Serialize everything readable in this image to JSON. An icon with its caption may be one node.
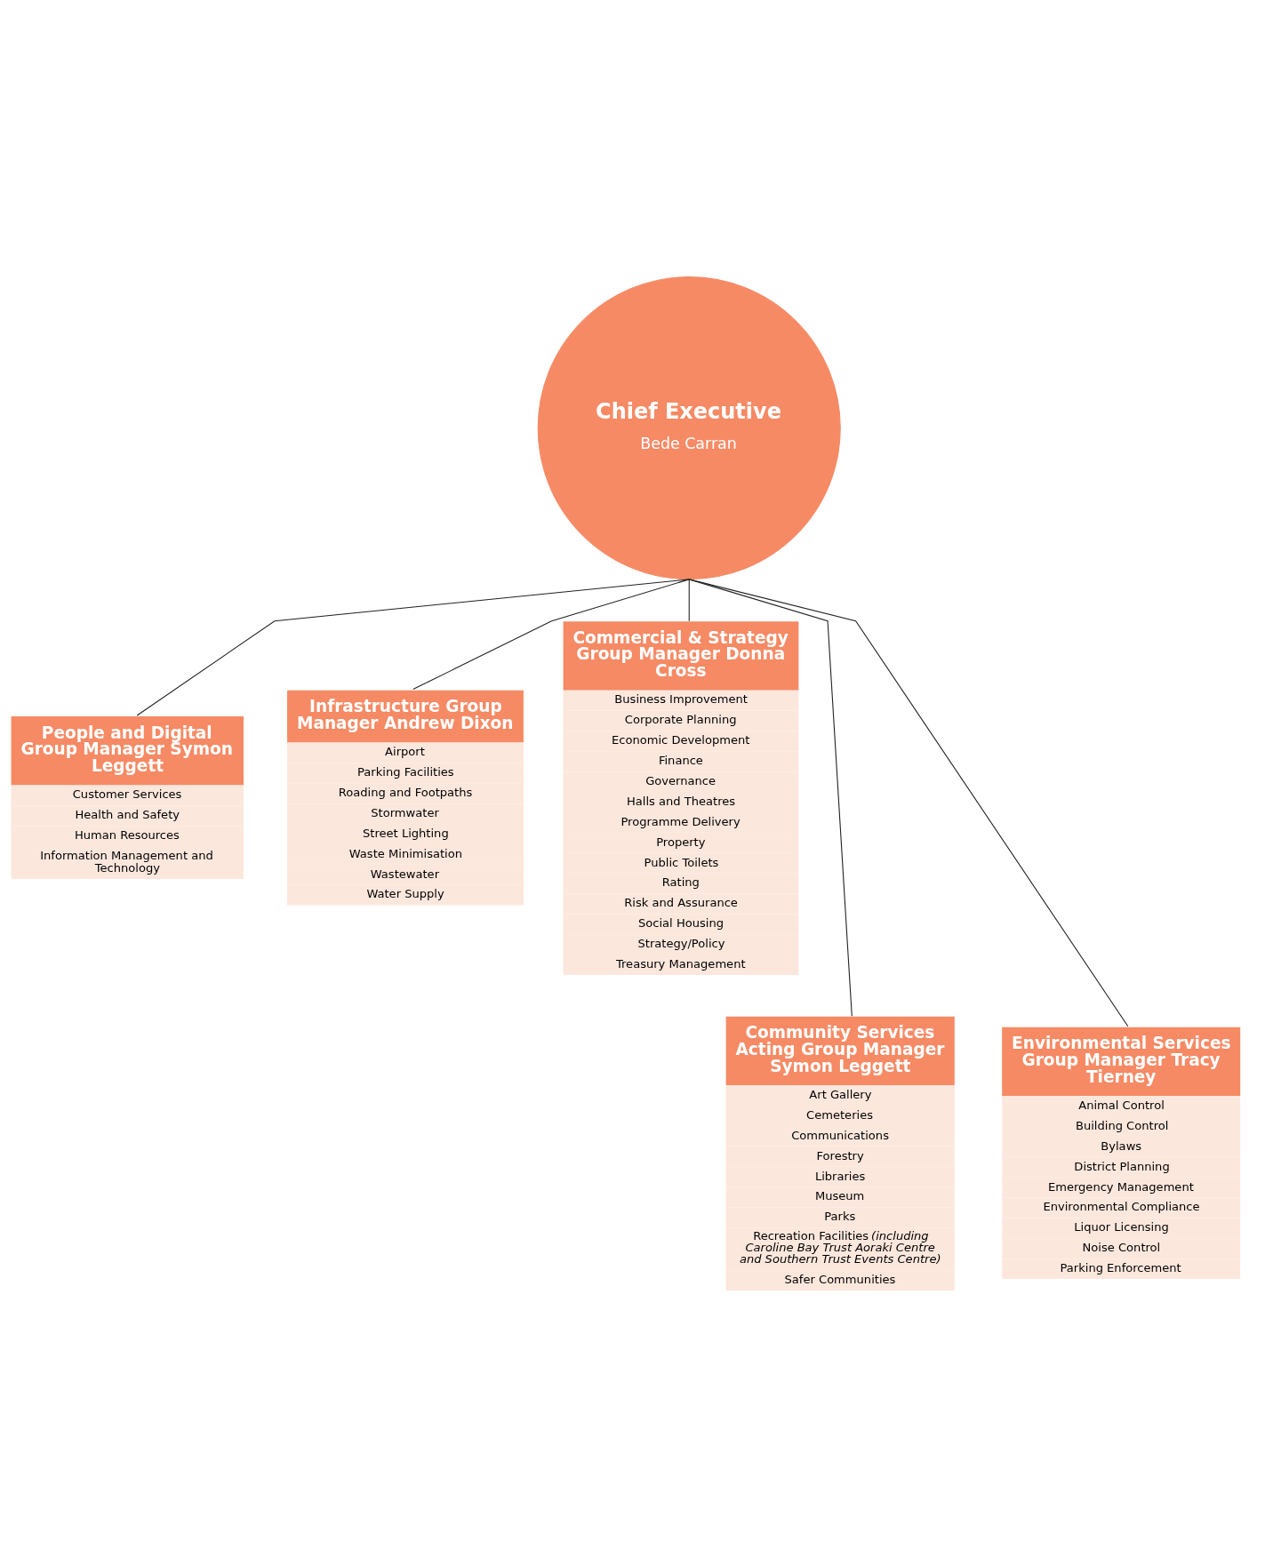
{
  "diagram": {
    "nodes": [
      {
        "text": [
          "Chief Executive",
          "Bede Carran"
        ]
      },
      {
        "text": [
          "People and Digital Group Manager Symon Leggett",
          "Customer Services",
          "Health and Safety",
          "Human Resources",
          "Information Management and Technology"
        ]
      },
      {
        "text": [
          "Infrastructure Group Manager Andrew Dixon",
          "Airport",
          "Parking Facilities",
          "Roading and Footpaths",
          "Stormwater",
          "Street Lighting",
          "Waste Minimisation",
          "Wastewater",
          "Water Supply"
        ]
      },
      {
        "text": [
          "Commercial & Strategy Group Manager Donna Cross",
          "Business Improvement",
          "Corporate Planning",
          "Economic Development",
          "Finance",
          "Governance",
          "Halls and Theatres",
          "Programme Delivery",
          "Property",
          "Public Toilets",
          "Rating",
          "Risk and Assurance",
          "Social Housing",
          "Strategy/Policy",
          "Treasury Management"
        ]
      },
      {
        "text": [
          "Community Services Acting Group Manager Symon Leggett",
          "Art Gallery",
          "Cemeteries",
          "Communications",
          "Forestry",
          "Libraries",
          "Museum",
          "Parks",
          "Recreation Facilities *(including Caroline Bay Trust Aoraki Centre and Southern Trust Events Centre)*",
          "Safer Communities"
        ]
      },
      {
        "text": [
          "Environmental Services Group Manager Tracy Tierney",
          "Animal Control",
          "Building Control",
          "Bylaws",
          "District Planning",
          "Emergency Management",
          "Environmental Compliance",
          "Liquor Licensing",
          "Noise Control",
          "Parking Enforcement"
        ]
      }
    ],
    "edges": [
      {
        "from": 0,
        "to": 1,
        "arrow": "none"
      },
      {
        "from": 0,
        "to": 4,
        "arrow": "none"
      },
      {
        "from": 0,
        "to": 2,
        "arrow": "none"
      },
      {
        "from": 0,
        "to": 5,
        "arrow": "none"
      },
      {
        "from": 0,
        "to": 3,
        "arrow": "none"
      }
    ]
  }
}
